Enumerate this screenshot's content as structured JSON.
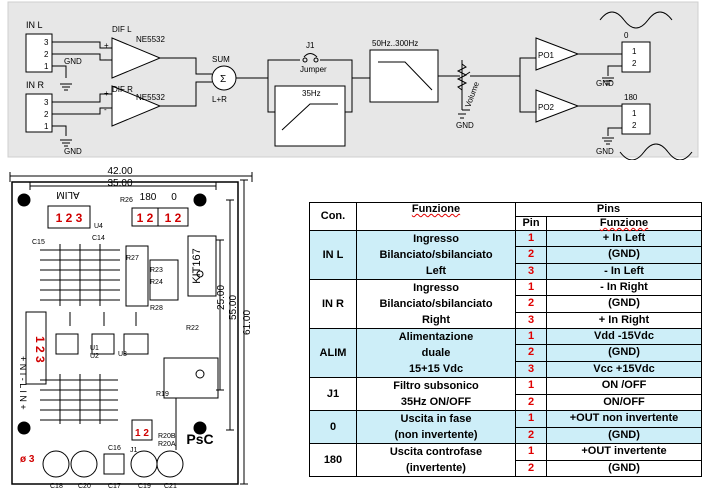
{
  "schematic": {
    "in_l": "IN L",
    "in_r": "IN R",
    "in_pins": [
      "3",
      "2",
      "1"
    ],
    "gnd": "GND",
    "dif_l": "DIF L",
    "dif_r": "DIF R",
    "opamp": "NE5532",
    "plus": "+",
    "minus": "-",
    "sum": "SUM",
    "sigma": "Σ",
    "lr": "L+R",
    "j1": "J1",
    "jumper": "Jumper",
    "hp": "35Hz",
    "lp": "50Hz..300Hz",
    "volume": "Volume",
    "po1": "PO1",
    "po2": "PO2",
    "out0": "0",
    "out180": "180",
    "out_pins": [
      "1",
      "2"
    ]
  },
  "pcb": {
    "dim_42": "42.00",
    "dim_35": "35.00",
    "dim_25": "25.00",
    "dim_55": "55.00",
    "dim_61": "61.00",
    "alim": "ALIM",
    "label_0": "0",
    "label_180": "180",
    "alim_pins": "1 2 3",
    "pins_12": "1 2",
    "kit": "KIT167",
    "psc": "PsC",
    "in_pins": "1 2 3",
    "inl_label": "+ N I - L I N +",
    "d3": "ø 3",
    "u_labels": [
      "U4",
      "U1",
      "U2",
      "U3"
    ],
    "r_labels": [
      "R26",
      "R27",
      "R28",
      "R22",
      "R23",
      "R24",
      "R20A",
      "R20B",
      "R19",
      "C17",
      "C18",
      "C19",
      "C20",
      "C21",
      "C15",
      "C16",
      "C14",
      "J1"
    ]
  },
  "table": {
    "headers": {
      "con": "Con.",
      "funzione": "Funzione",
      "pins": "Pins",
      "pin": "Pin",
      "funzione2": "Funzione"
    },
    "rows": [
      {
        "con": "IN L",
        "desc": [
          "Ingresso",
          "Bilanciato/sbilanciato",
          "Left"
        ],
        "pins": [
          [
            "1",
            "+ In Left"
          ],
          [
            "2",
            "(GND)"
          ],
          [
            "3",
            "- In Left"
          ]
        ]
      },
      {
        "con": "IN R",
        "desc": [
          "Ingresso",
          "Bilanciato/sbilanciato",
          "Right"
        ],
        "pins": [
          [
            "1",
            "- In Right"
          ],
          [
            "2",
            "(GND)"
          ],
          [
            "3",
            "+ In Right"
          ]
        ]
      },
      {
        "con": "ALIM",
        "desc": [
          "Alimentazione",
          "duale",
          "15+15 Vdc"
        ],
        "pins": [
          [
            "1",
            "Vdd  -15Vdc"
          ],
          [
            "2",
            "(GND)"
          ],
          [
            "3",
            "Vcc +15Vdc"
          ]
        ]
      },
      {
        "con": "J1",
        "desc": [
          "Filtro subsonico",
          "35Hz  ON/OFF"
        ],
        "pins": [
          [
            "1",
            "ON /OFF"
          ],
          [
            "2",
            "ON/OFF"
          ]
        ]
      },
      {
        "con": "0",
        "desc": [
          "Uscita in fase",
          "(non invertente)"
        ],
        "pins": [
          [
            "1",
            "+OUT non invertente"
          ],
          [
            "2",
            "(GND)"
          ]
        ]
      },
      {
        "con": "180",
        "desc": [
          "Uscita controfase",
          "(invertente)"
        ],
        "pins": [
          [
            "1",
            "+OUT invertente"
          ],
          [
            "2",
            "(GND)"
          ]
        ]
      }
    ]
  }
}
